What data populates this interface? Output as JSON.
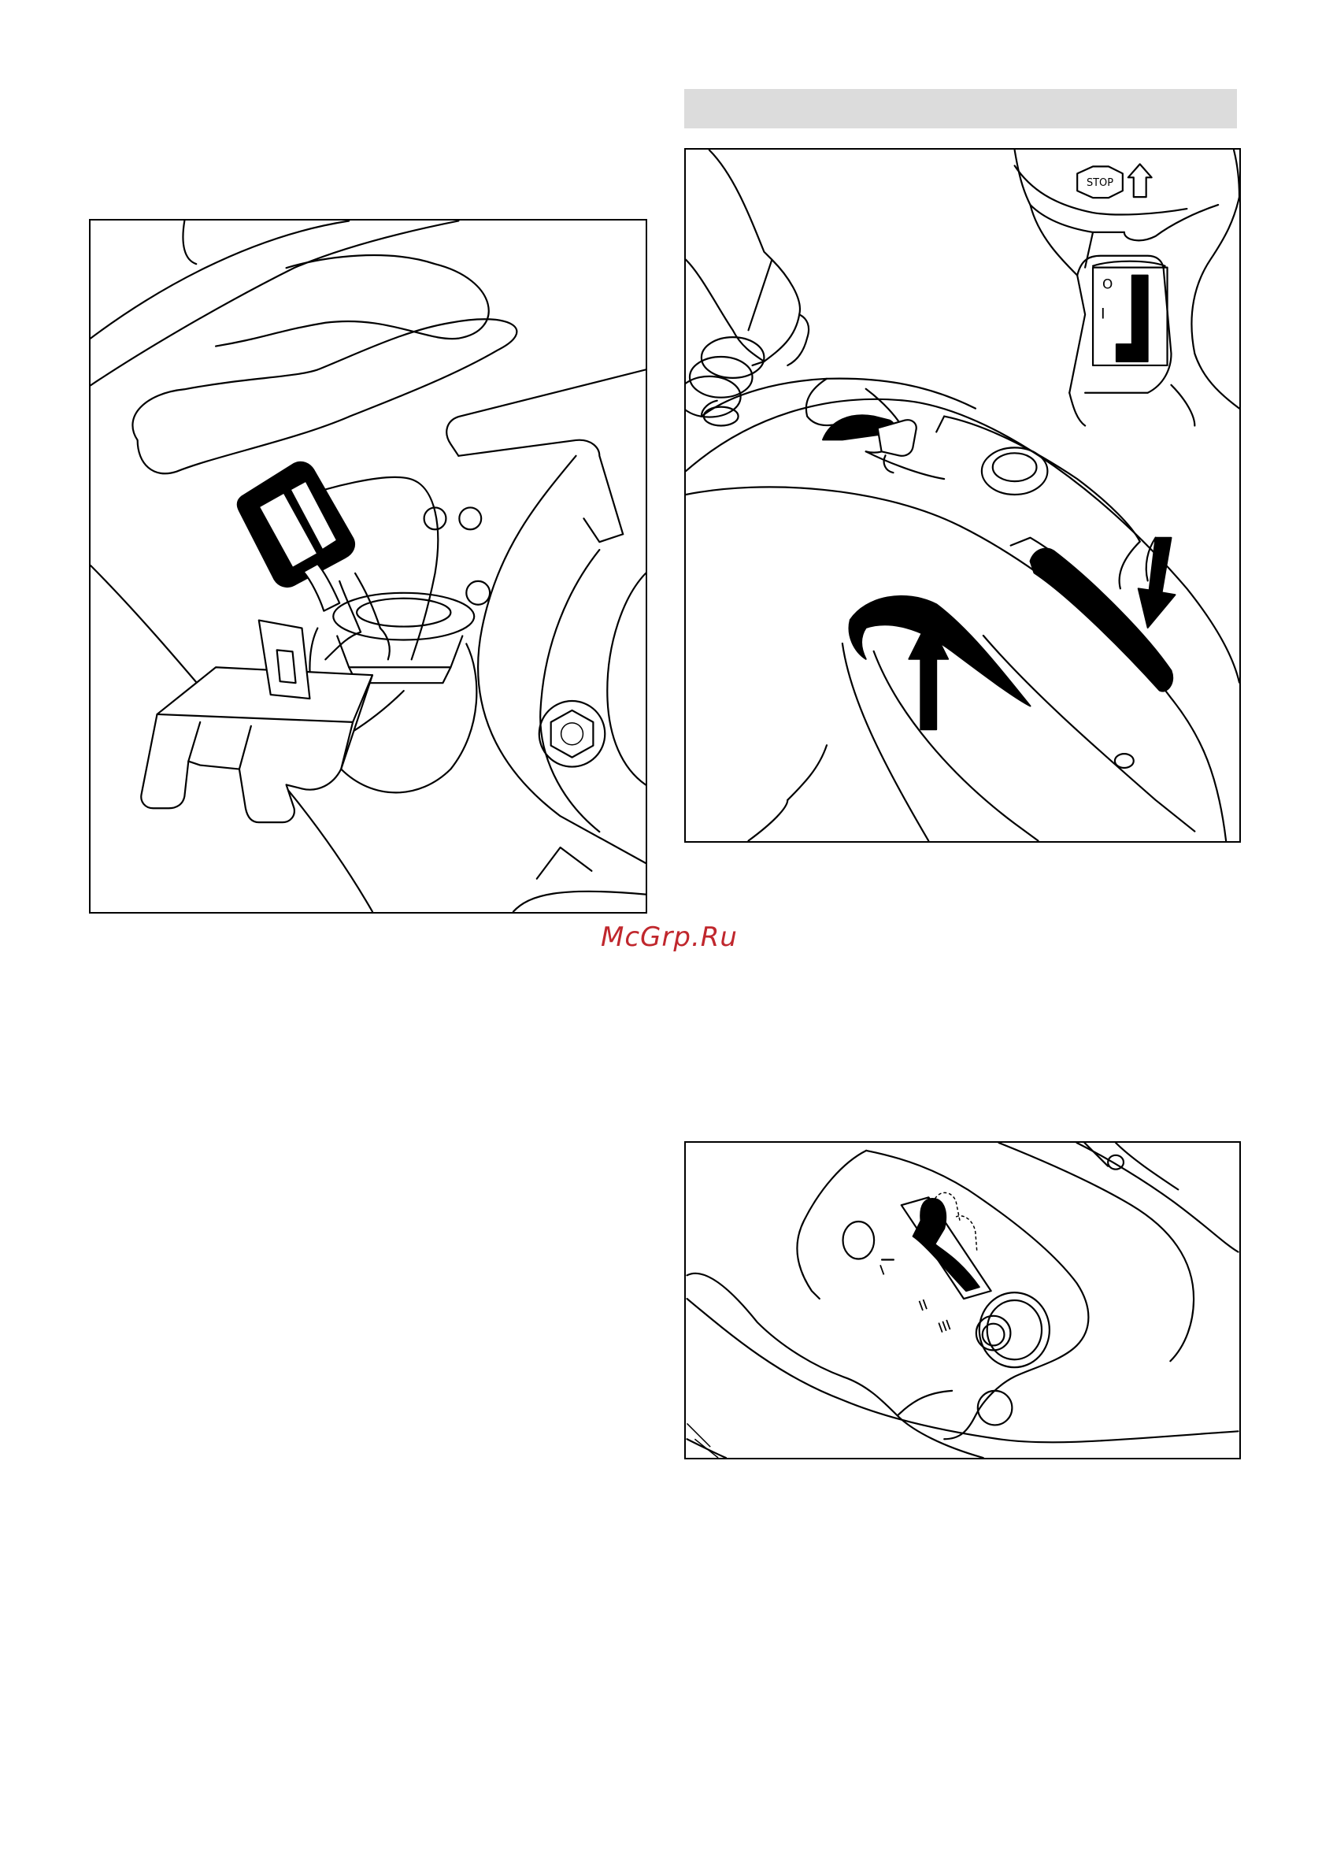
{
  "watermark": {
    "text": "McGrp.Ru",
    "color": "#c0272d"
  },
  "figures": {
    "controls": {
      "stop_label": "STOP",
      "switch_off_symbol": "O",
      "switch_on_symbol": "I"
    },
    "choke": {
      "positions": [
        "I",
        "II",
        "III"
      ]
    }
  },
  "colors": {
    "line": "#000000",
    "header_bar": "#dcdcdc",
    "background": "#ffffff"
  }
}
